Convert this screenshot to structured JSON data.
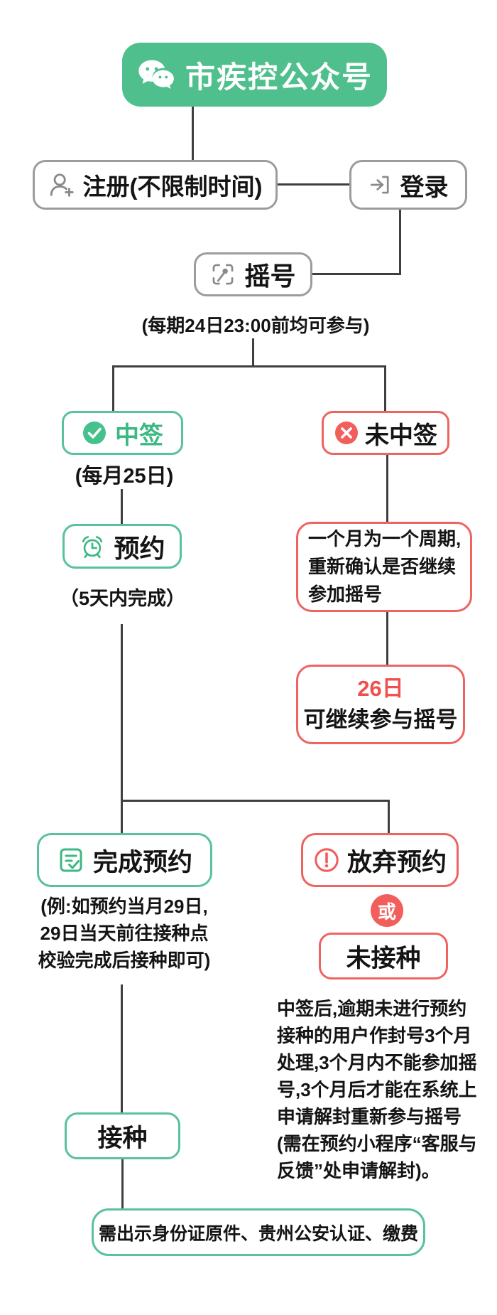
{
  "colors": {
    "brand_green": "#4fc08d",
    "green_border": "#58c29b",
    "green_text": "#3cb883",
    "red_border": "#ee6461",
    "red_fill": "#f15e5c",
    "red_text": "#ee504e",
    "gray_border": "#9c9c9c",
    "icon_gray": "#8a8a8a",
    "connector": "#3f3f3f",
    "text": "#141414"
  },
  "icons": {
    "header": "wechat-icon",
    "register": "person-add-icon",
    "login": "login-arrow-icon",
    "lottery": "lottery-pin-icon",
    "won": "check-circle-icon",
    "not_won": "x-circle-icon",
    "reserve": "alarm-clock-icon",
    "complete": "checklist-icon",
    "abandon": "exclamation-circle-icon"
  },
  "header": {
    "title": "市疾控公众号"
  },
  "nodes": {
    "register": {
      "label": "注册(不限制时间)"
    },
    "login": {
      "label": "登录"
    },
    "lottery": {
      "label": "摇号",
      "caption": "(每期24日23:00前均可参与)"
    },
    "won": {
      "label": "中签",
      "caption": "(每月25日)"
    },
    "not_won": {
      "label": "未中签"
    },
    "reserve": {
      "label": "预约",
      "caption": "（5天内完成）"
    },
    "cycle_note": {
      "lines": [
        "一个月为一个周期,",
        "重新确认是否继续",
        "参加摇号"
      ]
    },
    "day26": {
      "date": "26日",
      "label": "可继续参与摇号"
    },
    "complete": {
      "label": "完成预约",
      "caption_lines": [
        "(例:如预约当月29日,",
        "29日当天前往接种点",
        "校验完成后接种即可)"
      ]
    },
    "abandon": {
      "label": "放弃预约"
    },
    "or_badge": "或",
    "not_vaccinated": {
      "label": "未接种"
    },
    "penalty_note": {
      "lines": [
        "中签后,逾期未进行预约",
        "接种的用户作封号3个月",
        "处理,3个月内不能参加摇",
        "号,3个月后才能在系统上",
        "申请解封重新参与摇号",
        "(需在预约小程序“客服与",
        "反馈”处申请解封)。"
      ]
    },
    "vaccinate": {
      "label": "接种"
    },
    "requirements": {
      "label": "需出示身份证原件、贵州公安认证、缴费"
    }
  }
}
